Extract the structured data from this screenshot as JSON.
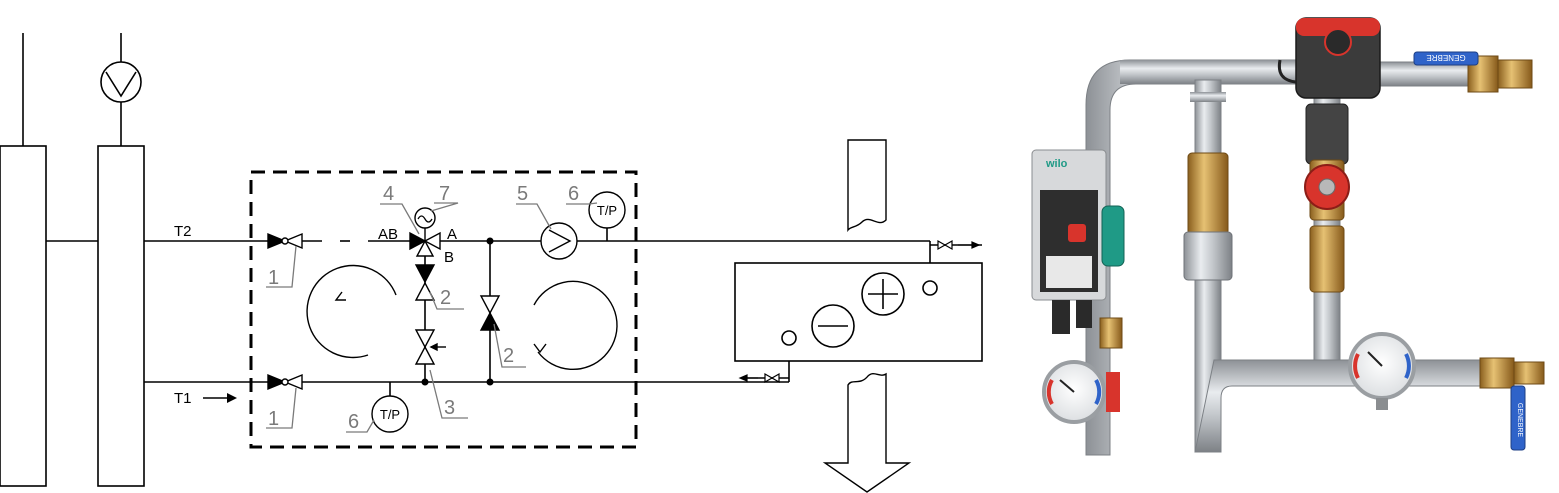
{
  "diagram": {
    "line_labels": {
      "supply": "T2",
      "return": "T1"
    },
    "valve_ports": {
      "ab": "AB",
      "a": "A",
      "b": "B"
    },
    "gauge_label": "T/P",
    "callouts": {
      "shutoff_top": "1",
      "shutoff_bottom": "1",
      "check_valve_left": "2",
      "check_valve_bypass": "2",
      "balancing_valve": "3",
      "mixing_valve": "4",
      "pump": "5",
      "gauge_supply": "6",
      "gauge_return": "6",
      "actuator": "7"
    }
  },
  "photo": {
    "pump_brand": "wilo",
    "valve_handle_brand_top": "GENEBRE",
    "valve_handle_brand_bottom": "GENEBRE"
  },
  "colors": {
    "line": "#000000",
    "callout": "#7a7a7a",
    "pipe": "#b4b8bc",
    "brass": "#b88a3a",
    "actuator_red": "#d8342c",
    "handle_blue": "#2f63c9",
    "pump_green": "#1f9a86"
  }
}
